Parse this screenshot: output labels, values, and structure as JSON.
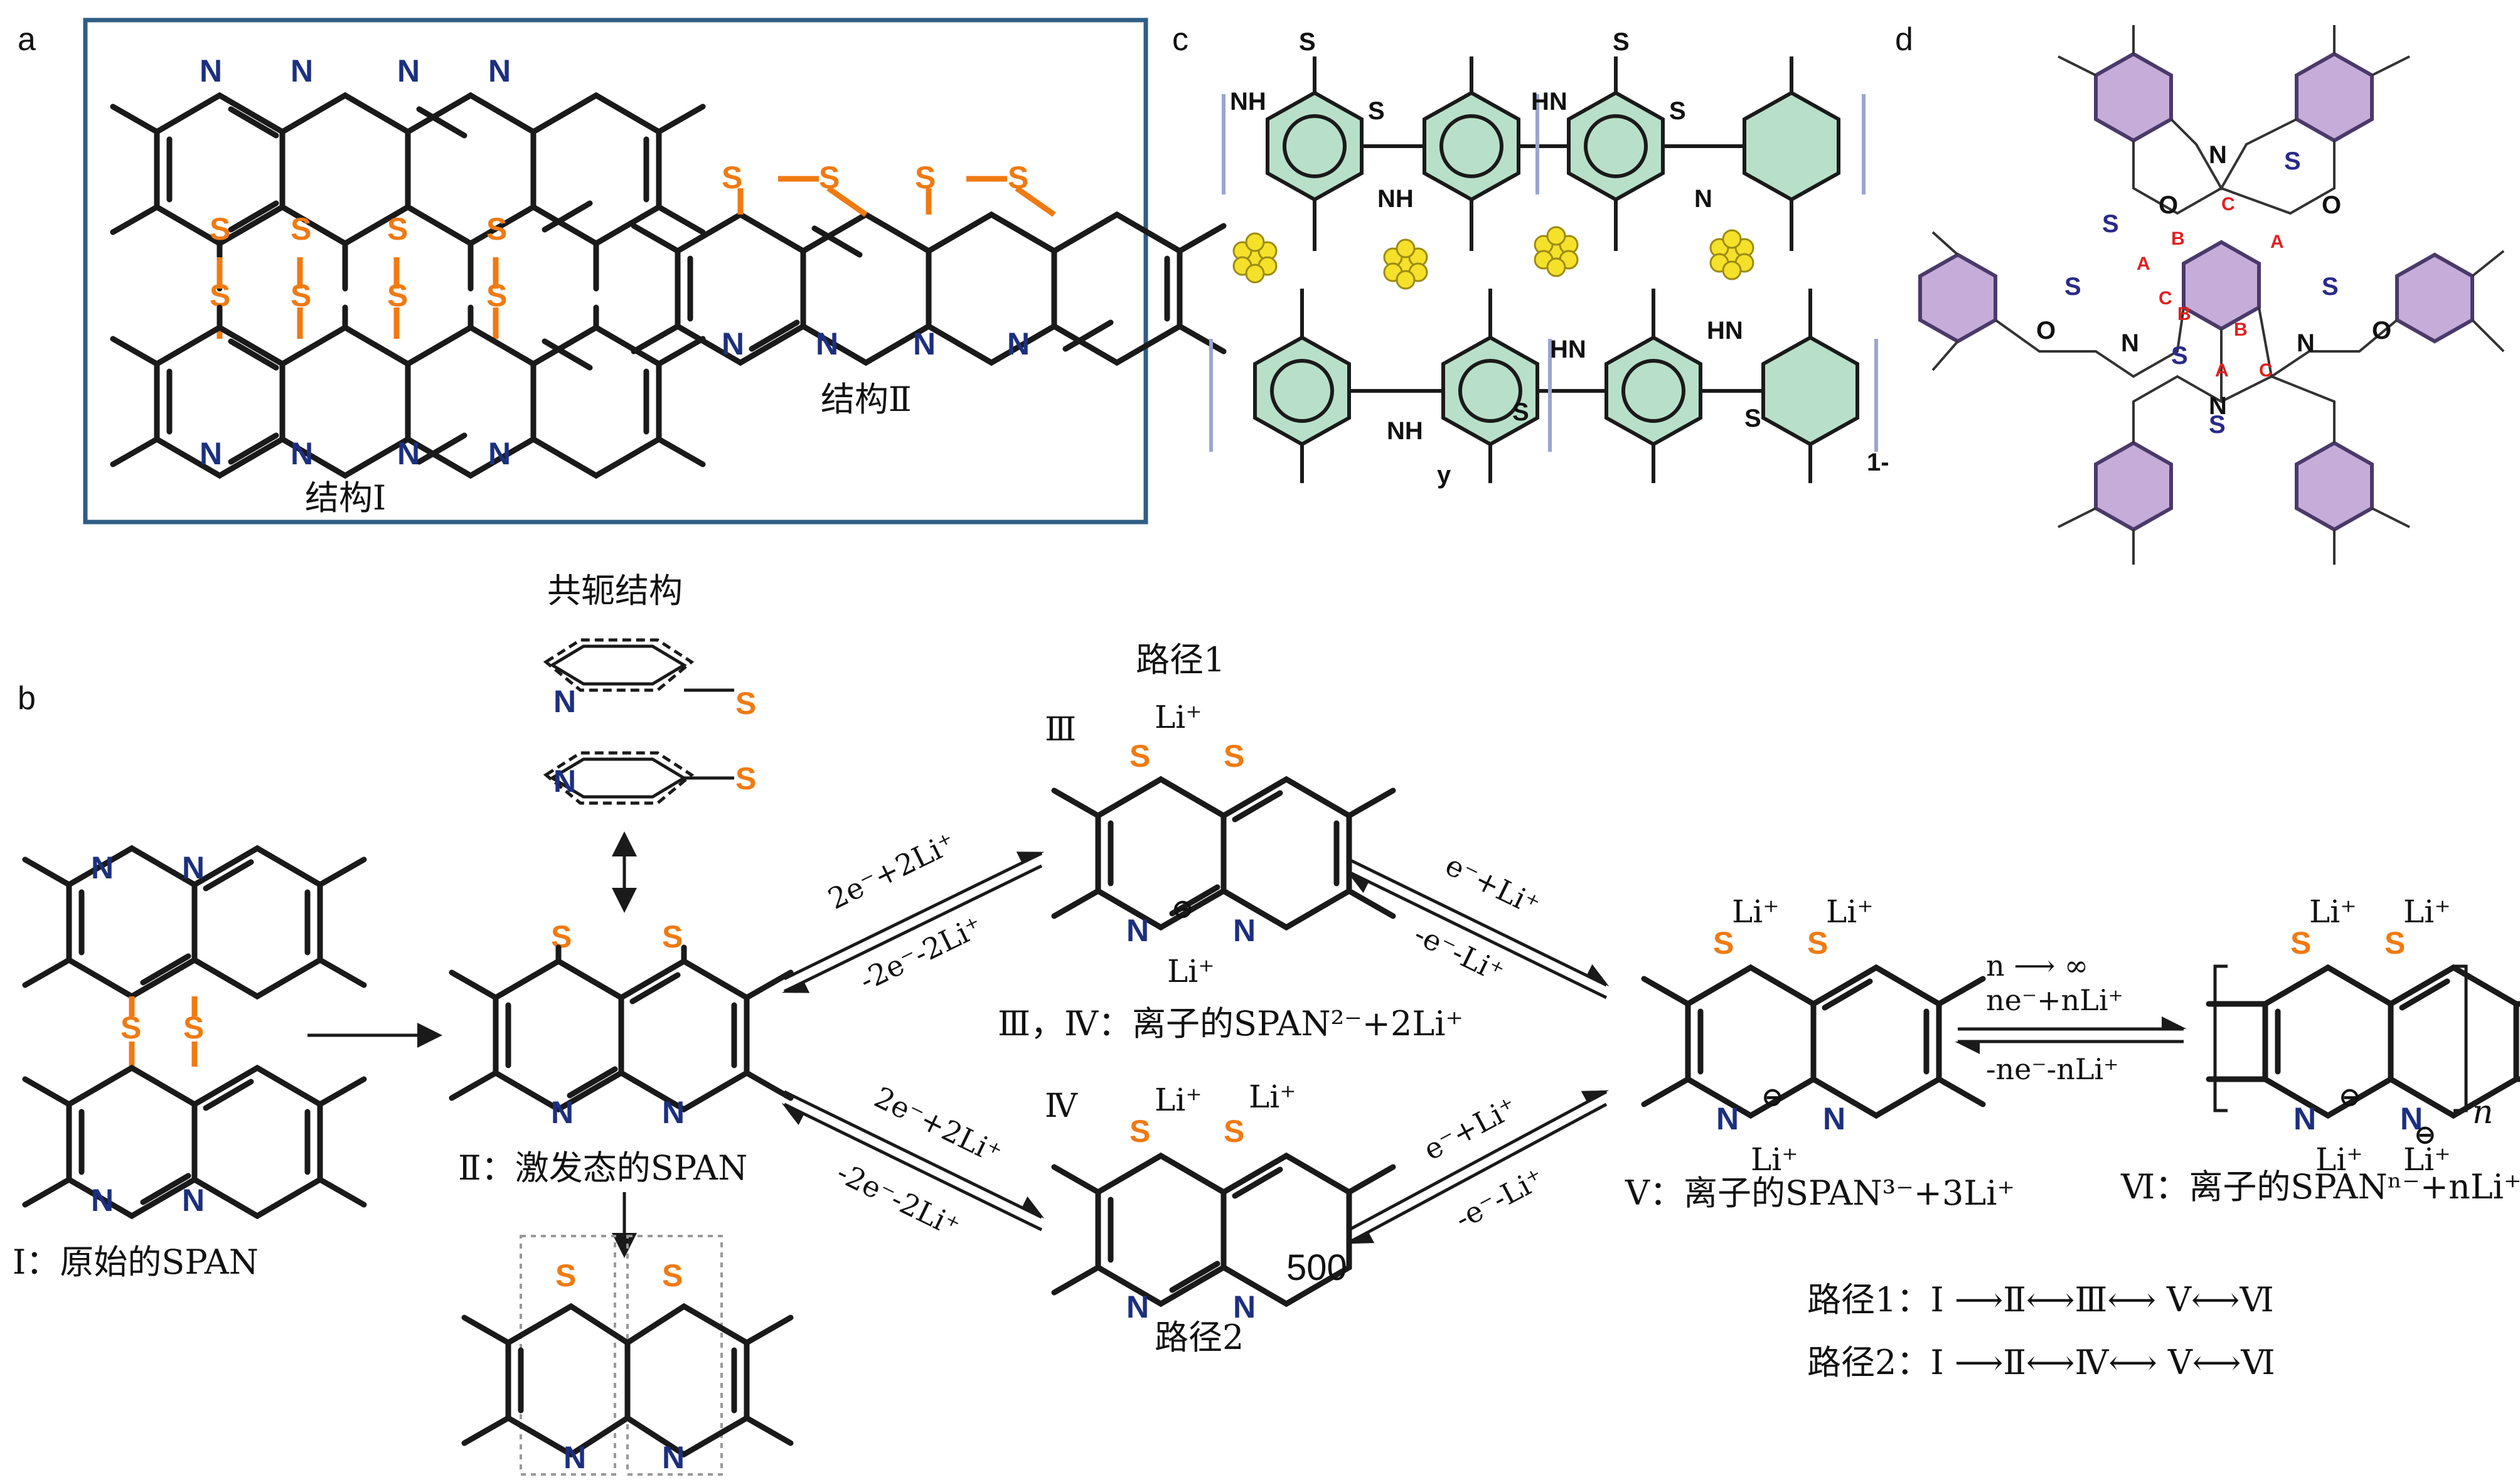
{
  "panels": {
    "a": {
      "label": "a",
      "struct1_caption": "结构Ⅰ",
      "struct2_caption": "结构Ⅱ"
    },
    "b": {
      "label": "b",
      "conj_title": "共轭结构",
      "path1_title": "路径1",
      "path2_title": "路径2",
      "cap_I": "Ⅰ：原始的SPAN",
      "cap_II": "Ⅱ：激发态的SPAN",
      "cap_III_IV": "Ⅲ，Ⅳ：离子的SPAN²⁻+2Li⁺",
      "cap_V": "Ⅴ：离子的SPAN³⁻+3Li⁺",
      "cap_VI": "Ⅵ：离子的SPANⁿ⁻+nLi⁺",
      "roman_III": "Ⅲ",
      "roman_IV": "Ⅳ",
      "stray_number": "500",
      "rxn_top_fwd": "2e⁻+2Li⁺",
      "rxn_top_rev": "-2e⁻-2Li⁺",
      "rxn_bot_fwd": "2e⁻+2Li⁺",
      "rxn_bot_rev": "-2e⁻-2Li⁺",
      "rxn_right_top_fwd": "e⁻+Li⁺",
      "rxn_right_top_rev": "-e⁻-Li⁺",
      "rxn_right_bot_fwd": "e⁻+Li⁺",
      "rxn_right_bot_rev": "-e⁻-Li⁺",
      "rxn_limit": "n ⟶ ∞",
      "rxn_final_fwd": "ne⁻+nLi⁺",
      "rxn_final_rev": "-ne⁻-nLi⁺",
      "subscript_n": "n",
      "li_label": "Li⁺",
      "route1": "路径1：Ⅰ ⟶Ⅱ⟷Ⅲ⟷ Ⅴ⟷Ⅵ",
      "route2": "路径2：Ⅰ ⟶Ⅱ⟷Ⅳ⟷ Ⅴ⟷Ⅵ"
    },
    "c": {
      "label": "c",
      "repeat_y": "y",
      "repeat_1": "1-"
    },
    "d": {
      "label": "d"
    }
  },
  "atoms": {
    "N": "N",
    "S": "S",
    "NH": "NH",
    "HN": "HN",
    "O": "O",
    "minus": "⊖"
  },
  "ring_labels": {
    "A": "A",
    "B": "B",
    "C": "C"
  },
  "colors": {
    "nitrogen": "#1c2f80",
    "sulfur": "#f07a12",
    "frame": "#2f5d84",
    "green_ring": "#b8e0c8",
    "purple_ring": "#c6add9",
    "sulfur_cluster": "#f5e12a"
  }
}
